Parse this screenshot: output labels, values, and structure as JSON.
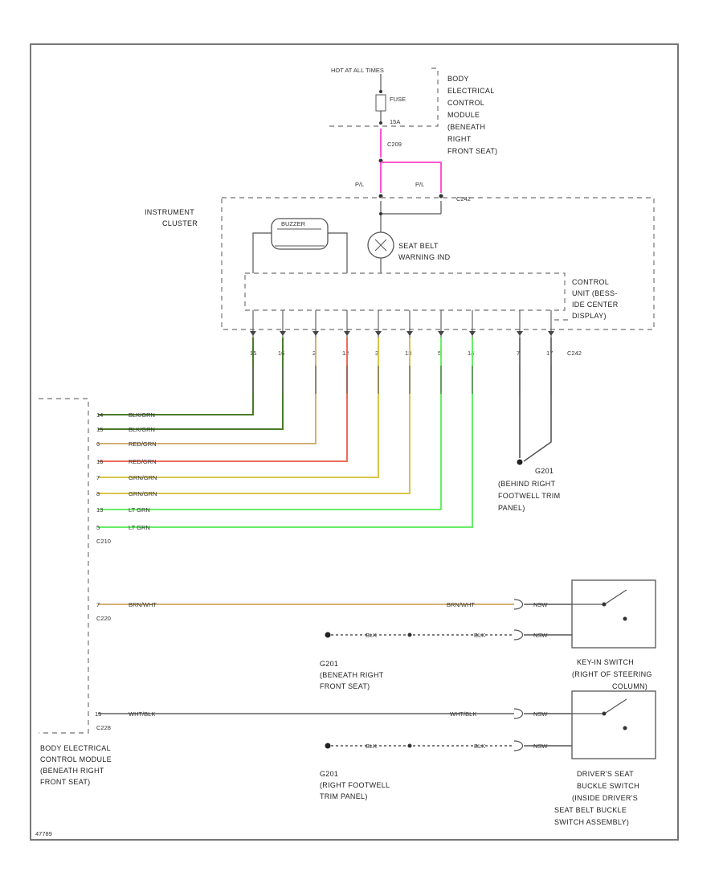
{
  "power": {
    "source": "HOT AT ALL TIMES",
    "fuse": "FUSE",
    "amps": "15A"
  },
  "bcm_top": [
    "BODY",
    "ELECTRICAL",
    "CONTROL",
    "MODULE",
    "(BENEATH",
    "RIGHT",
    "FRONT SEAT)"
  ],
  "c209": "C209",
  "c242": "C242",
  "cluster_label": [
    "INSTRUMENT",
    "CLUSTER"
  ],
  "buzzer": "BUZZER",
  "warning_ind": [
    "SEAT BELT",
    "WARNING IND"
  ],
  "control_unit": [
    "CONTROL",
    "UNIT (BESS-",
    "IDE CENTER",
    "DISPLAY)"
  ],
  "c242_pins": [
    "15",
    "16",
    "2",
    "12",
    "3",
    "13",
    "5",
    "14",
    "7",
    "17"
  ],
  "c242_label": "C242",
  "g201_upper": [
    "G201",
    "(BEHIND RIGHT",
    "FOOTWELL TRIM",
    "PANEL)"
  ],
  "bcm_pins": [
    "14",
    "15",
    "6",
    "16",
    "7",
    "8",
    "13",
    "5"
  ],
  "bcm_wire_labels": [
    "BLK/GRN",
    "BLK/GRN",
    "RED/GRN",
    "RED/GRN",
    "GRN/GRN",
    "GRN/GRN",
    "LT GRN",
    "LT GRN"
  ],
  "c210": "C210",
  "c220": "C220",
  "c228": "C228",
  "brn_wht": "BRN/WHT",
  "blk": "BLK",
  "wht_blk": "WHT/BLK",
  "nsw": "NSW",
  "g201_mid": [
    "G201",
    "(BENEATH RIGHT",
    "FRONT SEAT)"
  ],
  "key_in": [
    "KEY-IN SWITCH",
    "(RIGHT OF STEERING",
    "COLUMN)"
  ],
  "g201_low": [
    "G201",
    "(RIGHT FOOTWELL",
    "TRIM PANEL)"
  ],
  "drv_buckle": [
    "DRIVER'S SEAT",
    "BUCKLE SWITCH",
    "(INSIDE DRIVER'S",
    "SEAT BELT BUCKLE",
    "SWITCH ASSEMBLY)"
  ],
  "bcm_bottom": [
    "BODY ELECTRICAL",
    "CONTROL MODULE",
    "(BENEATH RIGHT",
    "FRONT SEAT)"
  ],
  "figure_id": "47789",
  "colors": {
    "pink": "#ff55d0",
    "dkgreen": "#4a7a2a",
    "tan": "#d2b074",
    "red": "#ee6a5a",
    "yellow": "#d8c44a",
    "ltgreen": "#66ee66",
    "gray": "#555555"
  }
}
